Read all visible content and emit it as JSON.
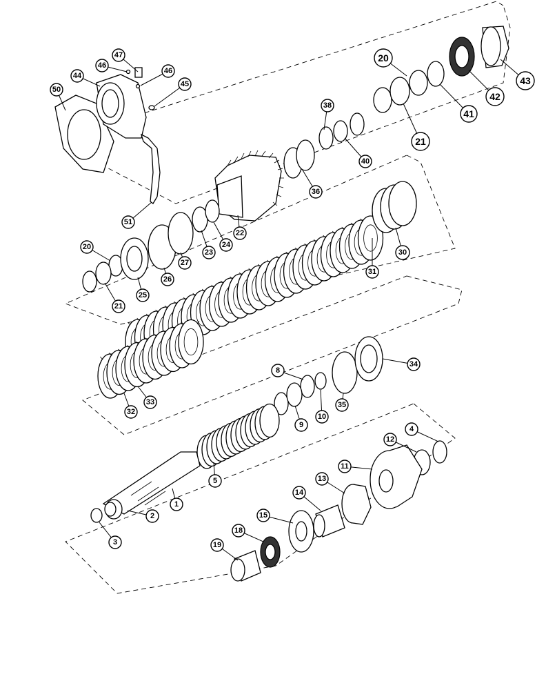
{
  "callouts": [
    {
      "id": "c47",
      "label": "47"
    },
    {
      "id": "c46a",
      "label": "46"
    },
    {
      "id": "c46b",
      "label": "46"
    },
    {
      "id": "c44",
      "label": "44"
    },
    {
      "id": "c45",
      "label": "45"
    },
    {
      "id": "c50",
      "label": "50"
    },
    {
      "id": "c51",
      "label": "51"
    },
    {
      "id": "c38",
      "label": "38"
    },
    {
      "id": "c40",
      "label": "40"
    },
    {
      "id": "c36",
      "label": "36"
    },
    {
      "id": "c20a",
      "label": "20"
    },
    {
      "id": "c21a",
      "label": "21"
    },
    {
      "id": "c41",
      "label": "41"
    },
    {
      "id": "c42",
      "label": "42"
    },
    {
      "id": "c43",
      "label": "43"
    },
    {
      "id": "c22",
      "label": "22"
    },
    {
      "id": "c24",
      "label": "24"
    },
    {
      "id": "c23",
      "label": "23"
    },
    {
      "id": "c27",
      "label": "27"
    },
    {
      "id": "c26",
      "label": "26"
    },
    {
      "id": "c25",
      "label": "25"
    },
    {
      "id": "c20b",
      "label": "20"
    },
    {
      "id": "c21b",
      "label": "21"
    },
    {
      "id": "c30",
      "label": "30"
    },
    {
      "id": "c31",
      "label": "31"
    },
    {
      "id": "c34",
      "label": "34"
    },
    {
      "id": "c35",
      "label": "35"
    },
    {
      "id": "c8",
      "label": "8"
    },
    {
      "id": "c9",
      "label": "9"
    },
    {
      "id": "c10",
      "label": "10"
    },
    {
      "id": "c32",
      "label": "32"
    },
    {
      "id": "c33",
      "label": "33"
    },
    {
      "id": "c4",
      "label": "4"
    },
    {
      "id": "c12",
      "label": "12"
    },
    {
      "id": "c11",
      "label": "11"
    },
    {
      "id": "c5",
      "label": "5"
    },
    {
      "id": "c1",
      "label": "1"
    },
    {
      "id": "c2",
      "label": "2"
    },
    {
      "id": "c3",
      "label": "3"
    },
    {
      "id": "c13",
      "label": "13"
    },
    {
      "id": "c14",
      "label": "14"
    },
    {
      "id": "c15",
      "label": "15"
    },
    {
      "id": "c18",
      "label": "18"
    },
    {
      "id": "c19",
      "label": "19"
    }
  ]
}
